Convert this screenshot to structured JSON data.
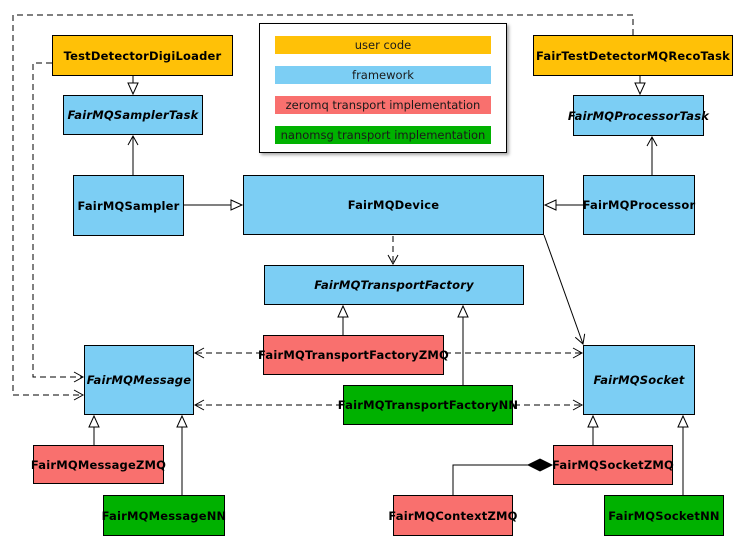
{
  "colors": {
    "user_code": "#FFC107",
    "framework": "#7CCEF4",
    "zeromq": "#F9706E",
    "nanomsg": "#00B100",
    "line": "#000000",
    "background": "#FFFFFF"
  },
  "legend": {
    "items": [
      {
        "label": "user code",
        "category": "user_code"
      },
      {
        "label": "framework",
        "category": "framework"
      },
      {
        "label": "zeromq transport implementation",
        "category": "zeromq"
      },
      {
        "label": "nanomsg transport implementation",
        "category": "nanomsg"
      }
    ]
  },
  "nodes": [
    {
      "label": "TestDetectorDigiLoader",
      "category": "user_code",
      "abstract": false
    },
    {
      "label": "FairMQSamplerTask",
      "category": "framework",
      "abstract": true
    },
    {
      "label": "FairTestDetectorMQRecoTask",
      "category": "user_code",
      "abstract": false
    },
    {
      "label": "FairMQProcessorTask",
      "category": "framework",
      "abstract": true
    },
    {
      "label": "FairMQSampler",
      "category": "framework",
      "abstract": false
    },
    {
      "label": "FairMQDevice",
      "category": "framework",
      "abstract": false
    },
    {
      "label": "FairMQProcessor",
      "category": "framework",
      "abstract": false
    },
    {
      "label": "FairMQTransportFactory",
      "category": "framework",
      "abstract": true
    },
    {
      "label": "FairMQTransportFactoryZMQ",
      "category": "zeromq",
      "abstract": false
    },
    {
      "label": "FairMQTransportFactoryNN",
      "category": "nanomsg",
      "abstract": false
    },
    {
      "label": "FairMQMessage",
      "category": "framework",
      "abstract": true
    },
    {
      "label": "FairMQSocket",
      "category": "framework",
      "abstract": true
    },
    {
      "label": "FairMQMessageZMQ",
      "category": "zeromq",
      "abstract": false
    },
    {
      "label": "FairMQMessageNN",
      "category": "nanomsg",
      "abstract": false
    },
    {
      "label": "FairMQContextZMQ",
      "category": "zeromq",
      "abstract": false
    },
    {
      "label": "FairMQSocketZMQ",
      "category": "zeromq",
      "abstract": false
    },
    {
      "label": "FairMQSocketNN",
      "category": "nanomsg",
      "abstract": false
    }
  ],
  "edges": [
    {
      "from": "TestDetectorDigiLoader",
      "to": "FairMQSamplerTask",
      "type": "inheritance"
    },
    {
      "from": "FairTestDetectorMQRecoTask",
      "to": "FairMQProcessorTask",
      "type": "inheritance"
    },
    {
      "from": "FairMQSampler",
      "to": "FairMQDevice",
      "type": "inheritance"
    },
    {
      "from": "FairMQProcessor",
      "to": "FairMQDevice",
      "type": "inheritance"
    },
    {
      "from": "FairMQTransportFactoryZMQ",
      "to": "FairMQTransportFactory",
      "type": "inheritance"
    },
    {
      "from": "FairMQTransportFactoryNN",
      "to": "FairMQTransportFactory",
      "type": "inheritance"
    },
    {
      "from": "FairMQMessageZMQ",
      "to": "FairMQMessage",
      "type": "inheritance"
    },
    {
      "from": "FairMQMessageNN",
      "to": "FairMQMessage",
      "type": "inheritance"
    },
    {
      "from": "FairMQSocketZMQ",
      "to": "FairMQSocket",
      "type": "inheritance"
    },
    {
      "from": "FairMQSocketNN",
      "to": "FairMQSocket",
      "type": "inheritance"
    },
    {
      "from": "FairMQSampler",
      "to": "FairMQSamplerTask",
      "type": "association"
    },
    {
      "from": "FairMQProcessor",
      "to": "FairMQProcessorTask",
      "type": "association"
    },
    {
      "from": "FairMQDevice",
      "to": "FairMQSocket",
      "type": "association"
    },
    {
      "from": "FairMQDevice",
      "to": "FairMQTransportFactory",
      "type": "dependency"
    },
    {
      "from": "FairMQTransportFactoryZMQ",
      "to": "FairMQMessage",
      "type": "dependency"
    },
    {
      "from": "FairMQTransportFactoryZMQ",
      "to": "FairMQSocket",
      "type": "dependency"
    },
    {
      "from": "FairMQTransportFactoryNN",
      "to": "FairMQMessage",
      "type": "dependency"
    },
    {
      "from": "FairMQTransportFactoryNN",
      "to": "FairMQSocket",
      "type": "dependency"
    },
    {
      "from": "TestDetectorDigiLoader",
      "to": "FairMQMessage",
      "type": "dependency"
    },
    {
      "from": "FairTestDetectorMQRecoTask",
      "to": "FairMQMessage",
      "type": "dependency"
    },
    {
      "from": "FairMQContextZMQ",
      "to": "FairMQSocketZMQ",
      "type": "composition"
    }
  ]
}
